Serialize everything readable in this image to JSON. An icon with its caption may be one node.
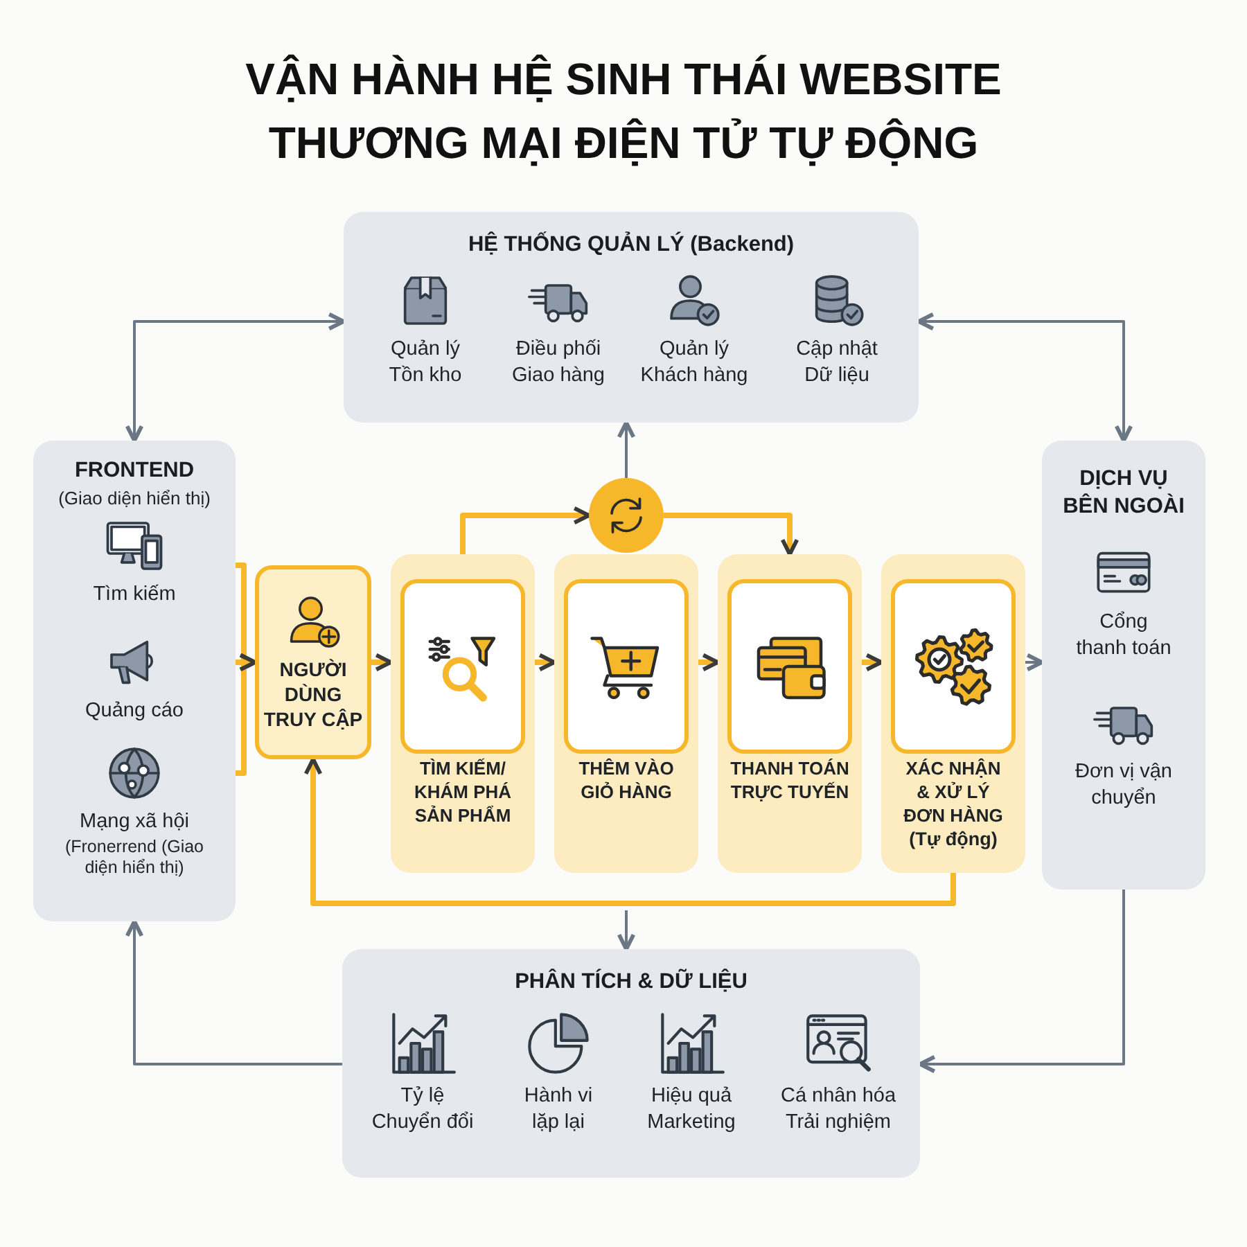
{
  "diagram": {
    "title": "VẬN HÀNH HỆ SINH THÁI WEBSITE THƯƠNG MẠI ĐIỆN TỬ TỰ ĐỘNG",
    "nodes": [
      {
        "text": [
          "HỆ THỐNG QUẢN LÝ (Backend)"
        ]
      },
      {
        "text": [
          "Quản lý Tồn kho"
        ],
        "in": 0
      },
      {
        "text": [
          "Điều phối Giao hàng"
        ],
        "in": 0
      },
      {
        "text": [
          "Quản lý Khách hàng"
        ],
        "in": 0
      },
      {
        "text": [
          "Cập nhật Dữ liệu"
        ],
        "in": 0
      },
      {
        "text": [
          "FRONTEND",
          "(Giao diện hiển thị)"
        ]
      },
      {
        "text": [
          "Tìm kiếm"
        ],
        "in": 5
      },
      {
        "text": [
          "Quảng cáo"
        ],
        "in": 5
      },
      {
        "text": [
          "Mạng xã hội",
          "(Fronerrend (Giao diện hiển thị)"
        ],
        "in": 5
      },
      {
        "text": [
          "NGƯỜI DÙNG TRUY CẬP"
        ]
      },
      {
        "text": [
          "TÌM KIẾM/ KHÁM PHÁ SẢN PHẨM"
        ]
      },
      {
        "text": [
          "THÊM VÀO GIỎ HÀNG"
        ]
      },
      {
        "text": [
          "THANH TOÁN TRỰC TUYẾN"
        ]
      },
      {
        "text": [
          "XÁC NHẬN & XỬ LÝ ĐƠN HÀNG",
          "(Tự động)"
        ]
      },
      {
        "text": [],
        "shape": "circle"
      },
      {
        "text": [
          "DỊCH VỤ BÊN NGOÀI"
        ]
      },
      {
        "text": [
          "Cổng thanh toán"
        ],
        "in": 15
      },
      {
        "text": [
          "Đơn vị vận chuyển"
        ],
        "in": 15
      },
      {
        "text": [
          "PHÂN TÍCH & DỮ LIỆU"
        ]
      },
      {
        "text": [
          "Tỷ lệ Chuyển đổi"
        ],
        "in": 18
      },
      {
        "text": [
          "Hành vi lặp lại"
        ],
        "in": 18
      },
      {
        "text": [
          "Hiệu quả Marketing"
        ],
        "in": 18
      },
      {
        "text": [
          "Cá nhân hóa Trải nghiệm"
        ],
        "in": 18
      }
    ],
    "edges": [
      {
        "from": 5,
        "to": 0,
        "arrow": "both",
        "color": "#6b7785"
      },
      {
        "from": 0,
        "to": 15,
        "arrow": "both",
        "color": "#6b7785"
      },
      {
        "from": 15,
        "to": 18,
        "arrow": "to",
        "color": "#6b7785"
      },
      {
        "from": 18,
        "to": 5,
        "arrow": "to",
        "color": "#6b7785"
      },
      {
        "from": 6,
        "to": 9,
        "arrow": "to"
      },
      {
        "from": 7,
        "to": 9,
        "arrow": "to"
      },
      {
        "from": 8,
        "to": 9,
        "arrow": "to"
      },
      {
        "from": 9,
        "to": 10,
        "arrow": "to"
      },
      {
        "from": 10,
        "to": 11,
        "arrow": "to"
      },
      {
        "from": 11,
        "to": 12,
        "arrow": "to"
      },
      {
        "from": 12,
        "to": 13,
        "arrow": "to"
      },
      {
        "from": 10,
        "to": 14,
        "arrow": "to"
      },
      {
        "from": 14,
        "to": 12,
        "arrow": "to"
      },
      {
        "from": 14,
        "to": 0,
        "arrow": "to",
        "color": "#6b7785"
      },
      {
        "from": 13,
        "to": 9,
        "arrow": "to"
      },
      {
        "from": 13,
        "to": 15,
        "arrow": "to",
        "color": "#6b7785"
      },
      {
        "from": null,
        "to": 18,
        "arrow": "to",
        "color": "#6b7785"
      }
    ]
  }
}
